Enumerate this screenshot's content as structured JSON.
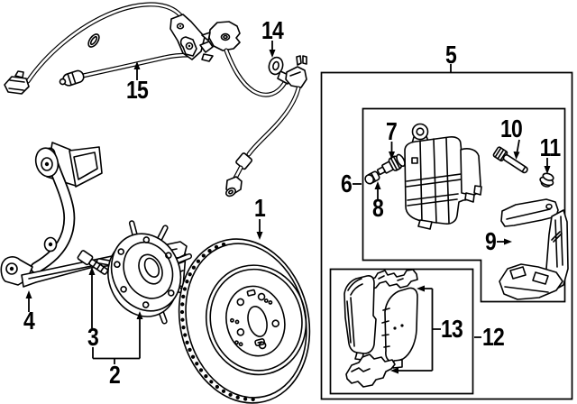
{
  "diagram": {
    "callouts": {
      "c1": "1",
      "c2": "2",
      "c3": "3",
      "c4": "4",
      "c5": "5",
      "c6": "6",
      "c7": "7",
      "c8": "8",
      "c9": "9",
      "c10": "10",
      "c11": "11",
      "c12": "12",
      "c13": "13",
      "c14": "14",
      "c15": "15"
    },
    "colors": {
      "line": "#000000",
      "background": "#ffffff"
    }
  }
}
